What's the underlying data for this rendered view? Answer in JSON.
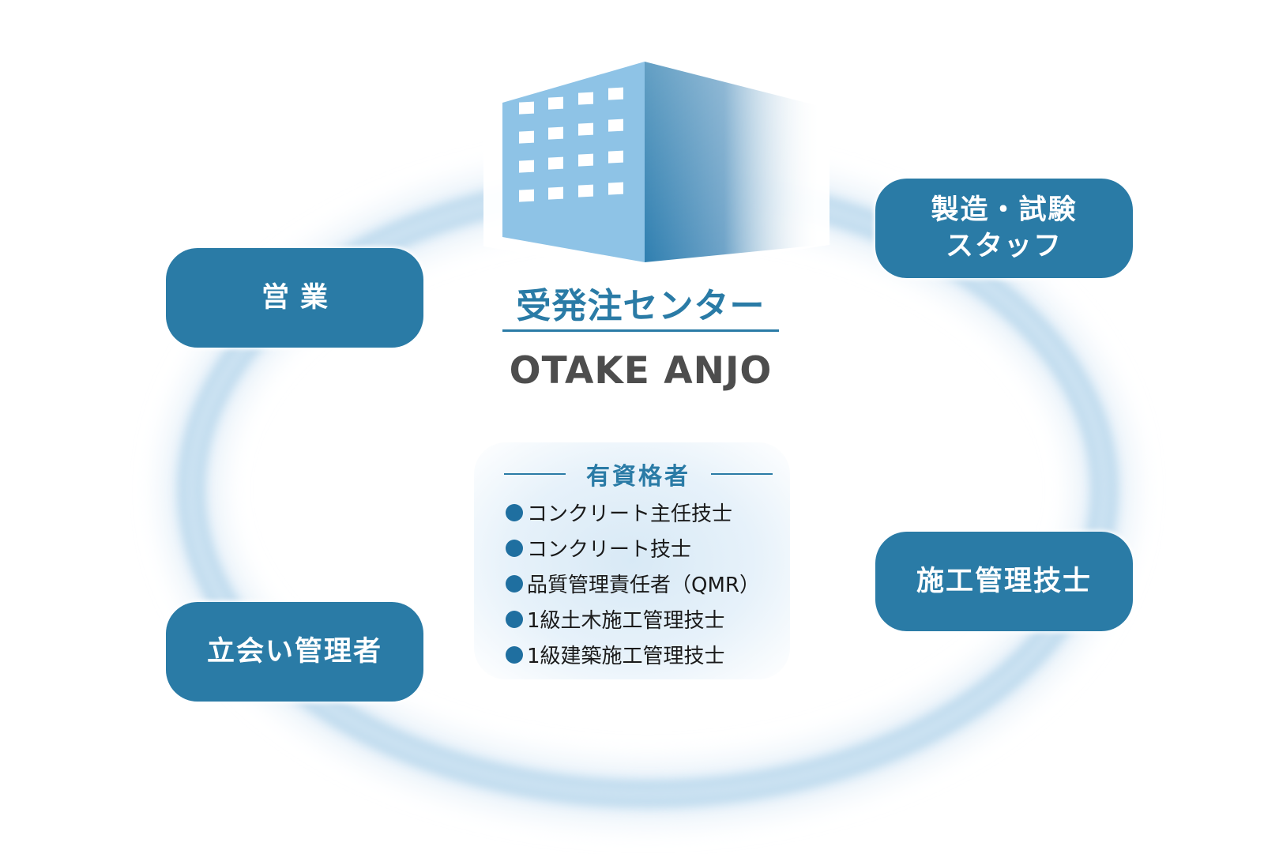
{
  "colors": {
    "accent": "#2a7ba6",
    "ring": "#bcd9ed",
    "building_front": "#8ec3e6",
    "building_side": "#2f7fb0",
    "brand_text": "#4d4d4d",
    "bullet": "#1f6fa0"
  },
  "icons": [
    "building-icon"
  ],
  "center": {
    "title": "受発注センター",
    "brand": "OTAKE ANJO"
  },
  "roles": {
    "sales": [
      "営業"
    ],
    "staff": [
      "製造・試験",
      "スタッフ"
    ],
    "construction": [
      "施工管理技士"
    ],
    "witness": [
      "立会い管理者"
    ]
  },
  "qualifications": {
    "heading": "有資格者",
    "items": [
      "コンクリート主任技士",
      "コンクリート技士",
      "品質管理責任者（QMR）",
      "1級土木施工管理技士",
      "1級建築施工管理技士"
    ]
  }
}
